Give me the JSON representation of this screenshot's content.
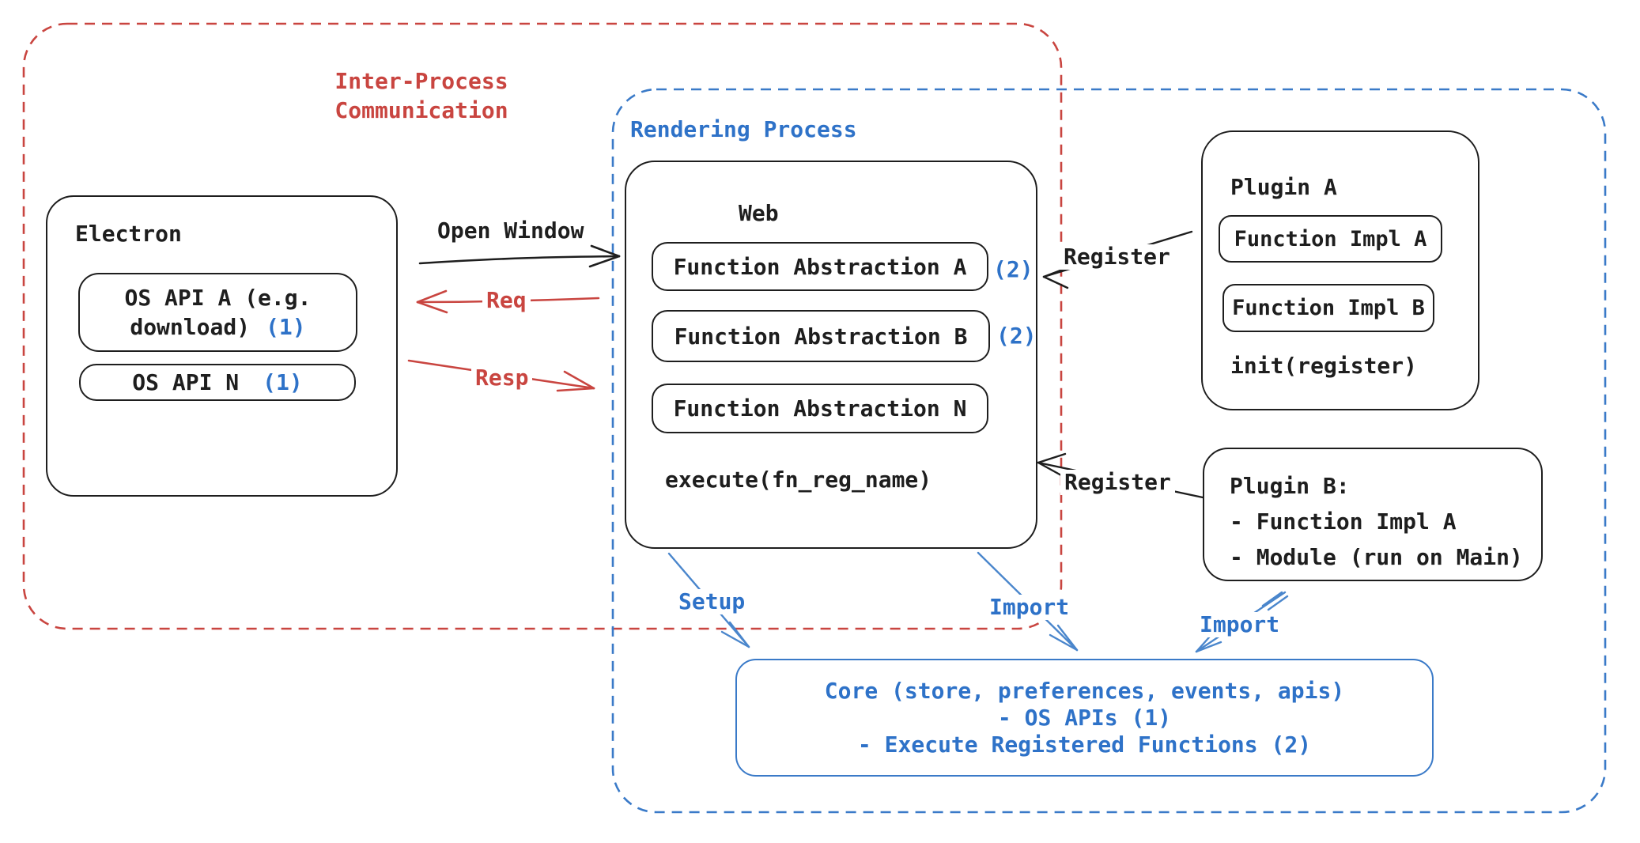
{
  "colors": {
    "red": "#c94540",
    "blue": "#2e72c8",
    "ink": "#1e1e1e",
    "background": "#ffffff"
  },
  "regions": {
    "ipc": {
      "label_line1": "Inter-Process",
      "label_line2": "Communication"
    },
    "rendering": {
      "label": "Rendering Process"
    }
  },
  "electron": {
    "title": "Electron",
    "api_a": {
      "line1": "OS API A (e.g.",
      "line2": "download)",
      "badge": "(1)"
    },
    "api_n": {
      "text": "OS API N",
      "badge": "(1)"
    }
  },
  "web": {
    "title": "Web",
    "fa_a": {
      "text": "Function Abstraction A",
      "badge": "(2)"
    },
    "fa_b": {
      "text": "Function Abstraction B",
      "badge": "(2)"
    },
    "fa_n": {
      "text": "Function Abstraction N"
    },
    "execute": "execute(fn_reg_name)"
  },
  "plugin_a": {
    "title": "Plugin A",
    "impl_a": "Function Impl A",
    "impl_b": "Function Impl B",
    "init": "init(register)"
  },
  "plugin_b": {
    "title": "Plugin B:",
    "item1": "- Function Impl A",
    "item2": "- Module (run on Main)"
  },
  "core": {
    "line1": "Core (store, preferences, events, apis)",
    "line2": "- OS APIs (1)",
    "line3": "- Execute Registered Functions (2)"
  },
  "arrows": {
    "open_window": "Open Window",
    "req": "Req",
    "resp": "Resp",
    "register_top": "Register",
    "register_bottom": "Register",
    "setup": "Setup",
    "import_web": "Import",
    "import_plugin": "Import"
  }
}
